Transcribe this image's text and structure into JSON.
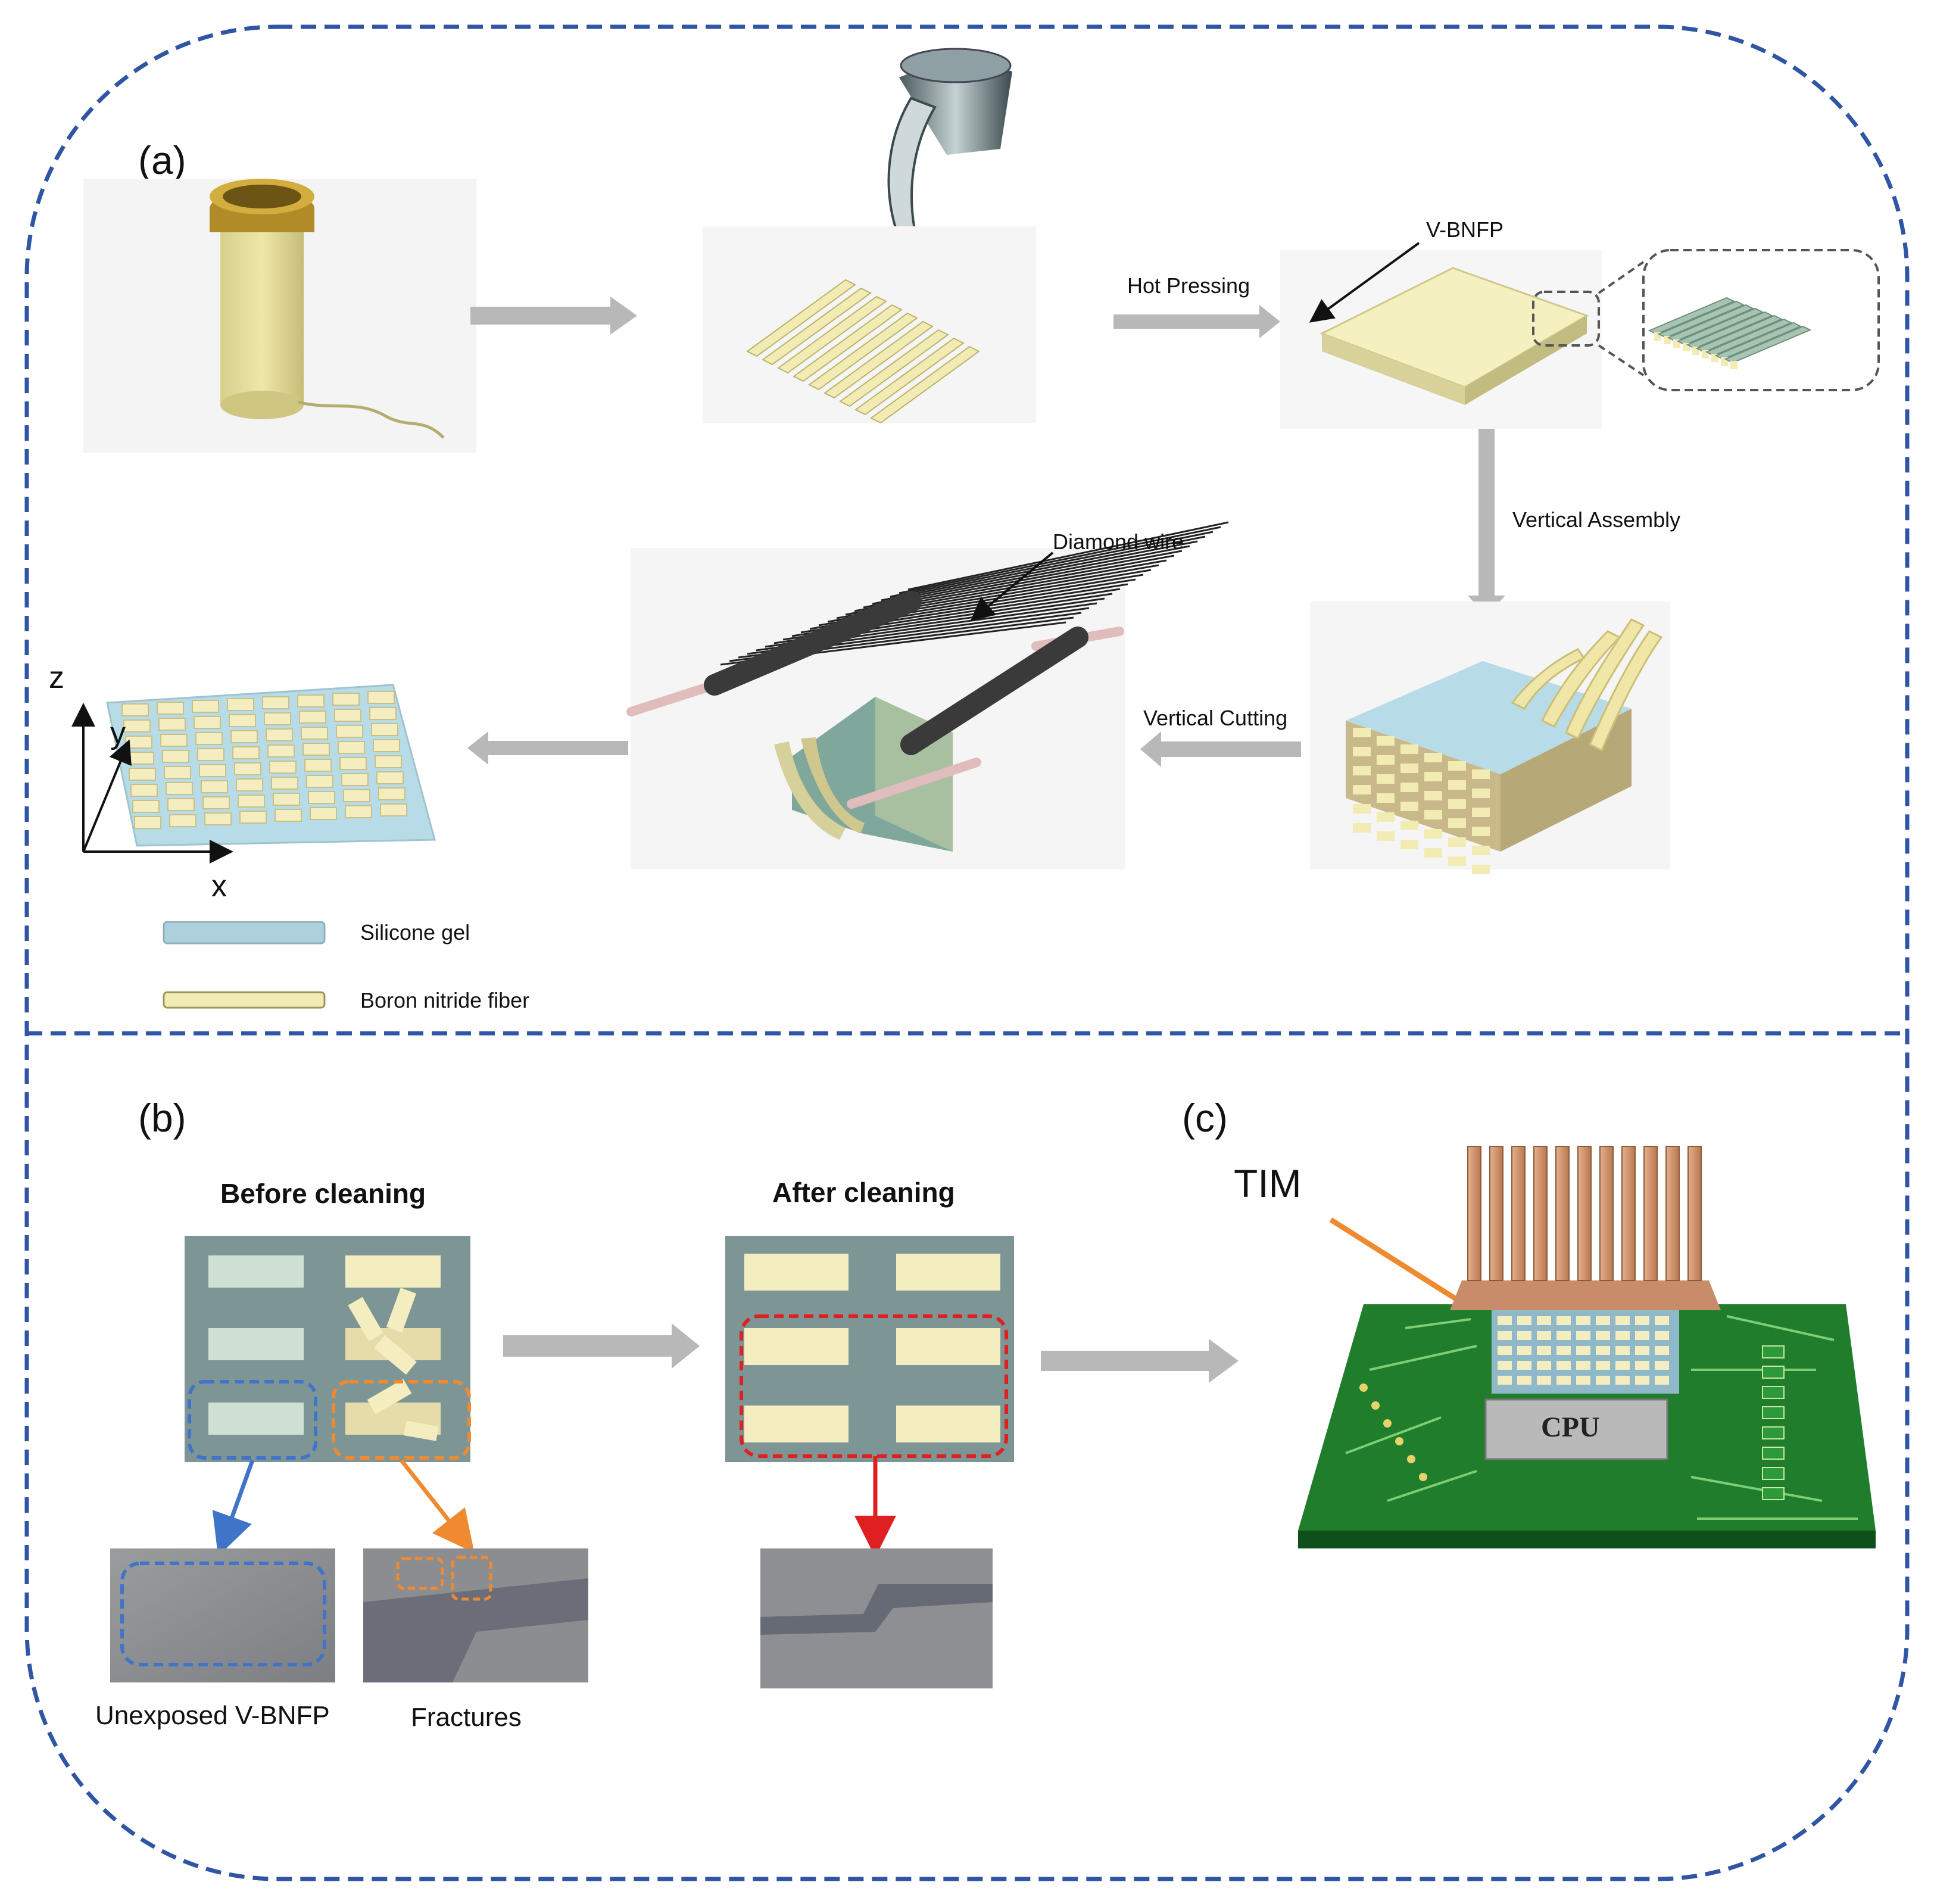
{
  "panel_labels": {
    "a": "(a)",
    "b": "(b)",
    "c": "(c)"
  },
  "steps": {
    "hot_pressing": "Hot Pressing",
    "v_bnfp": "V-BNFP",
    "vertical_assembly": "Vertical Assembly",
    "diamond_wire": "Diamond wire",
    "vertical_cutting": "Vertical Cutting"
  },
  "axes": {
    "z": "z",
    "y": "y",
    "x": "x"
  },
  "legend": {
    "silicone_gel": "Silicone gel",
    "boron_nitride_fiber": "Boron nitride fiber"
  },
  "panel_b": {
    "before": "Before cleaning",
    "after": "After cleaning",
    "unexposed": "Unexposed V-BNFP",
    "fractures": "Fractures"
  },
  "panel_c": {
    "tim": "TIM",
    "cpu": "CPU"
  },
  "colors": {
    "frame": "#2f55a4",
    "fiber": "#f2ecb4",
    "fiber_edge": "#b9b36a",
    "gel": "#aecfdc",
    "arrow": "#b8b8b8",
    "pcb": "#1f7d2c",
    "copper": "#c98c6a",
    "red": "#e02020",
    "orange": "#ef8a30",
    "blue": "#3f74c9"
  }
}
